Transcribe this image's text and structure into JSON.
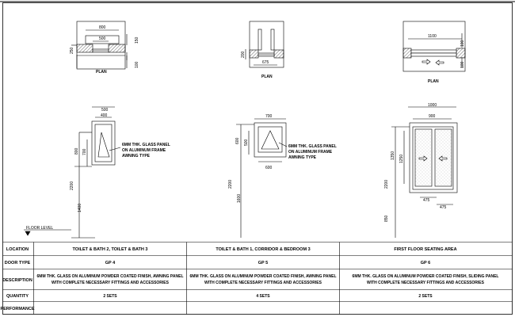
{
  "plans": [
    {
      "title": "PLAN",
      "dims": [
        "800",
        "500",
        "150",
        "250",
        "100"
      ]
    },
    {
      "title": "PLAN",
      "dims": [
        "200",
        "675"
      ]
    },
    {
      "title": "PLAN",
      "dims": [
        "1100",
        "100",
        "100"
      ]
    }
  ],
  "elevations": [
    {
      "top_dims": [
        "500",
        "400"
      ],
      "height_dims": [
        "800",
        "700",
        "2200",
        "1400"
      ],
      "note": [
        "6MM THK. GLASS PANEL",
        "ON ALUMINUM FRAME",
        "AWNING TYPE"
      ]
    },
    {
      "top_dims": [
        "700"
      ],
      "height_dims": [
        "600",
        "500",
        "2200",
        "1600"
      ],
      "bottom_dims": [
        "600"
      ],
      "note": [
        "6MM THK. GLASS PANEL",
        "ON ALUMINUM FRAME",
        "AWNING TYPE"
      ]
    },
    {
      "top_dims": [
        "1000",
        "900"
      ],
      "height_dims": [
        "1350",
        "1250",
        "2200",
        "850"
      ],
      "bottom_dims": [
        "475",
        "475"
      ]
    }
  ],
  "floor_level": "FLOOR LEVEL",
  "schedule": {
    "rows": [
      {
        "header": "LOCATION",
        "cells": [
          "TOILET & BATH 2,  TOILET & BATH 3",
          "TOILET & BATH 1, CORRIDOR & BEDROOM 3",
          "FIRST FLOOR SEATING AREA"
        ]
      },
      {
        "header": "DOOR TYPE",
        "cells": [
          "GP 4",
          "GP 5",
          "GP 6"
        ]
      },
      {
        "header": "DESCRIPTION",
        "cells": [
          [
            "6MM THK. GLASS ON ALUMINUM POWDER COATED FINISH, AWNING PANEL",
            "WITH COMPLETE NECESSARY FITTINGS  AND ACCESSORIES"
          ],
          [
            "6MM THK. GLASS ON ALUMINUM POWDER COATED FINISH, AWNING PANEL",
            "WITH COMPLETE NECESSARY FITTINGS  AND ACCESSORIES"
          ],
          [
            "6MM THK. GLASS ON ALUMINUM POWDER COATED FINISH, SLIDING PANEL",
            "WITH COMPLETE NECESSARY FITTINGS  AND ACCESSORIES"
          ]
        ]
      },
      {
        "header": "QUANTITY",
        "cells": [
          "2 SETS",
          "4 SETS",
          "2 SETS"
        ]
      },
      {
        "header": "PERFORMANCE",
        "cells": [
          "",
          "",
          ""
        ]
      }
    ]
  }
}
